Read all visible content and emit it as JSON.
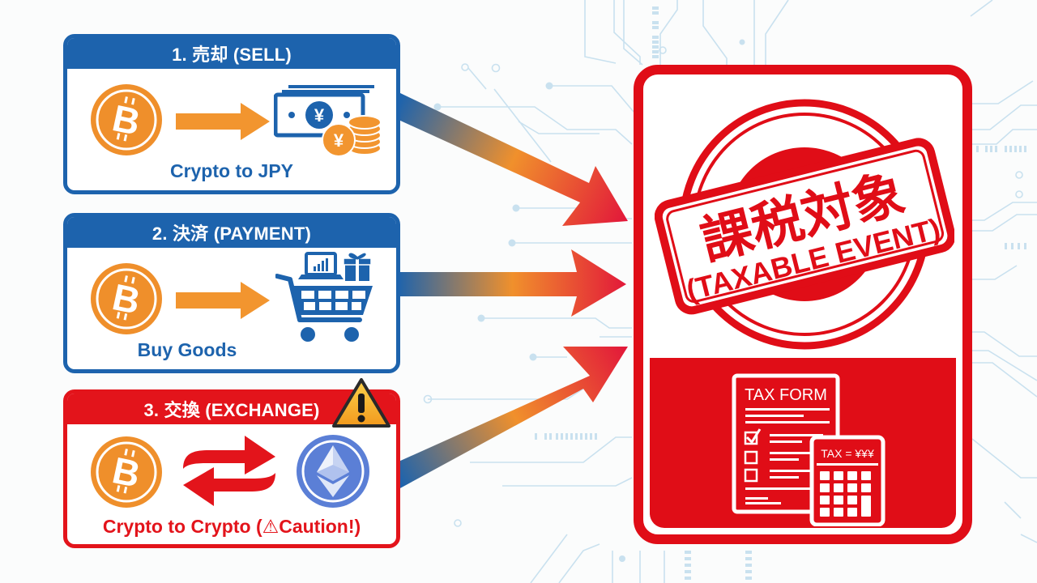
{
  "colors": {
    "blue": "#1d63ad",
    "red": "#e3141b",
    "stamp_red": "#e00d17",
    "orange": "#f2952f",
    "eth_blue": "#5b7fd6",
    "circuit": "#c9e1ef",
    "warning_yellow": "#f5b82e"
  },
  "panels": [
    {
      "id": "sell",
      "header": "1. 売却 (SELL)",
      "caption": "Crypto to JPY",
      "from_icon": "bitcoin-coin-icon",
      "connector_icon": "right-arrow-icon",
      "to_icon": "yen-cash-and-coins-icon",
      "theme": "blue"
    },
    {
      "id": "payment",
      "header": "2. 決済 (PAYMENT)",
      "caption": "Buy Goods",
      "from_icon": "bitcoin-coin-icon",
      "connector_icon": "right-arrow-icon",
      "to_icon": "shopping-cart-icon",
      "theme": "blue"
    },
    {
      "id": "exchange",
      "header": "3. 交換 (EXCHANGE)",
      "caption": "Crypto to Crypto (⚠Caution!)",
      "from_icon": "bitcoin-coin-icon",
      "connector_icon": "swap-arrows-icon",
      "to_icon": "ethereum-coin-icon",
      "badge_icon": "warning-triangle-icon",
      "theme": "red"
    }
  ],
  "result": {
    "stamp_title": "課税対象",
    "stamp_subtitle": "(TAXABLE EVENT)",
    "form_title": "TAX FORM",
    "calculator_display": "TAX = ¥¥¥",
    "icons": [
      "rubber-stamp-icon",
      "tax-form-icon",
      "calculator-icon"
    ]
  },
  "flows": [
    {
      "from": "sell",
      "to": "taxable-event"
    },
    {
      "from": "payment",
      "to": "taxable-event"
    },
    {
      "from": "exchange",
      "to": "taxable-event"
    }
  ]
}
